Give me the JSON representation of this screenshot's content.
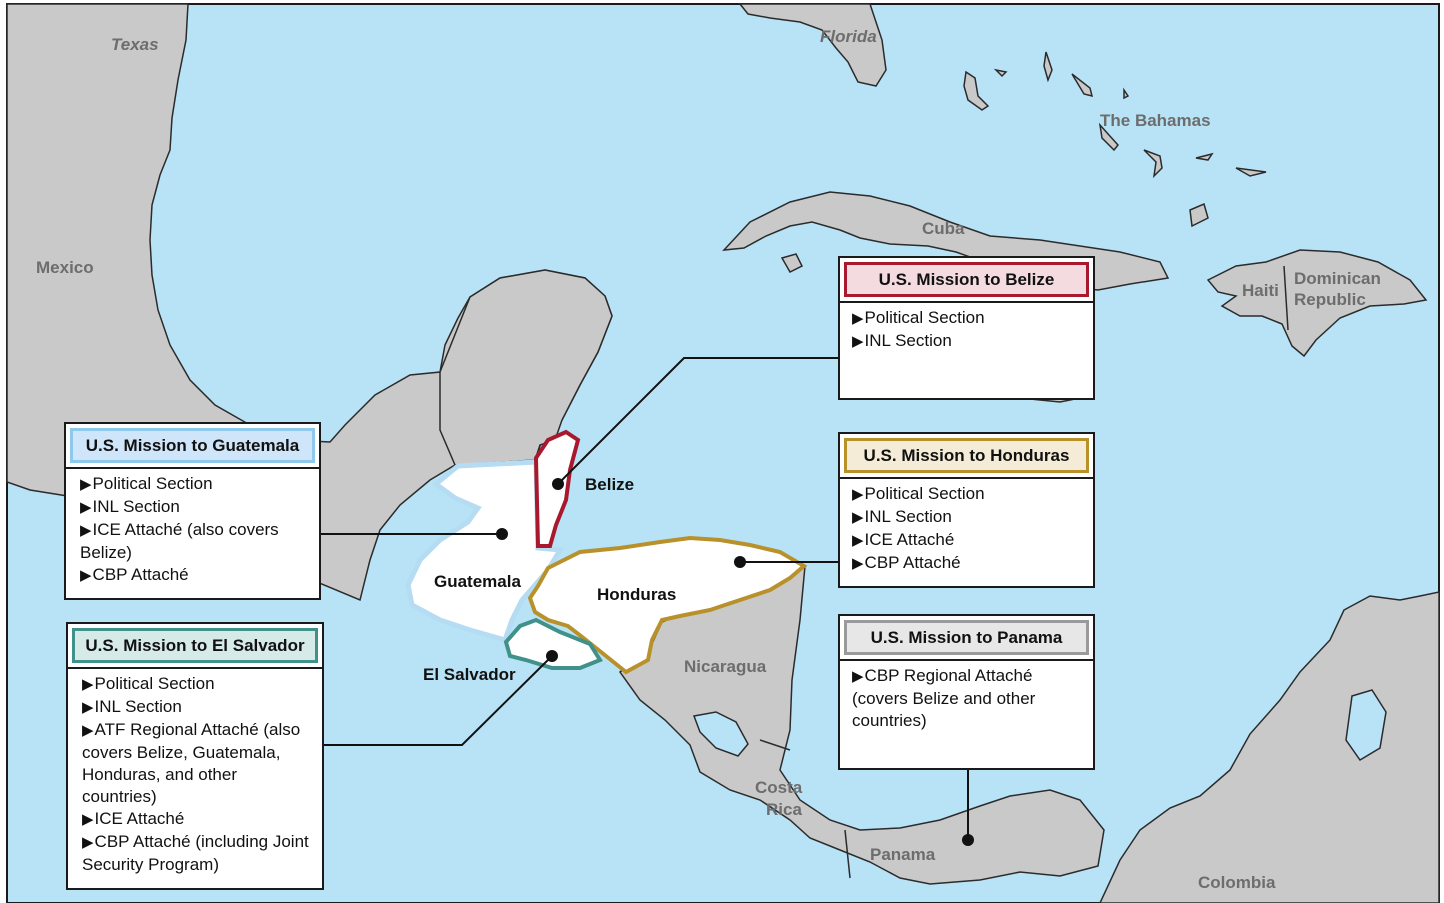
{
  "labels": {
    "texas": "Texas",
    "florida": "Florida",
    "bahamas": "The Bahamas",
    "cuba": "Cuba",
    "mexico": "Mexico",
    "haiti": "Haiti",
    "dominican_line1": "Dominican",
    "dominican_line2": "Republic",
    "belize": "Belize",
    "guatemala": "Guatemala",
    "honduras": "Honduras",
    "el_salvador": "El Salvador",
    "nicaragua": "Nicaragua",
    "costa_rica_line1": "Costa",
    "costa_rica_line2": "Rica",
    "panama": "Panama",
    "colombia": "Colombia"
  },
  "missions": {
    "belize": {
      "title": "U.S. Mission to Belize",
      "items": [
        "Political Section",
        "INL Section"
      ]
    },
    "guatemala": {
      "title": "U.S. Mission to Guatemala",
      "items": [
        "Political Section",
        "INL Section",
        "ICE Attaché (also covers Belize)",
        "CBP Attaché"
      ]
    },
    "honduras": {
      "title": "U.S. Mission to Honduras",
      "items": [
        "Political Section",
        "INL Section",
        "ICE Attaché",
        "CBP Attaché"
      ]
    },
    "el_salvador": {
      "title": "U.S. Mission to El Salvador",
      "items": [
        "Political Section",
        "INL Section",
        "ATF Regional Attaché (also covers Belize, Guatemala, Honduras, and other countries)",
        "ICE Attaché",
        "CBP Attaché (including Joint Security Program)"
      ]
    },
    "panama": {
      "title": "U.S. Mission to Panama",
      "items": [
        "CBP Regional Attaché (covers Belize and other countries)"
      ]
    }
  },
  "colors": {
    "water": "#b8e3f7",
    "land": "#c9c9c9",
    "border": "#2b2b2b",
    "belize": "#a8192e",
    "belize_fill": "#f3dbe0",
    "guatemala": "#8ec8ea",
    "guatemala_fill": "#cfe6fa",
    "honduras": "#b8912a",
    "honduras_fill": "#f4ecd6",
    "el_salvador": "#3f918a",
    "el_salvador_fill": "#d6ebe8",
    "panama": "#9a9a9a",
    "panama_fill": "#e7e7e7"
  }
}
